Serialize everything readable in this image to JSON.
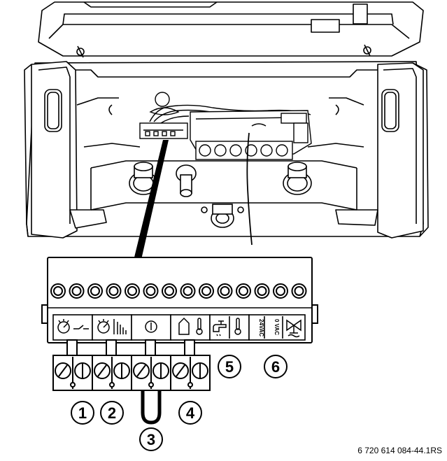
{
  "figure": {
    "reference_code": "6 720 614 084-44.1RS",
    "terminal_labels": {
      "v24": "24VAC",
      "v0": "0 VAC"
    },
    "callouts": [
      "1",
      "2",
      "3",
      "4",
      "5",
      "6"
    ],
    "icons": [
      "room-thermostat-switch-icon",
      "outdoor-sensor-icon",
      "on-off-switch-icon",
      "storage-tank-thermostat-icon",
      "hot-water-tap-sensor-icon",
      "motorized-valve-icon"
    ]
  }
}
